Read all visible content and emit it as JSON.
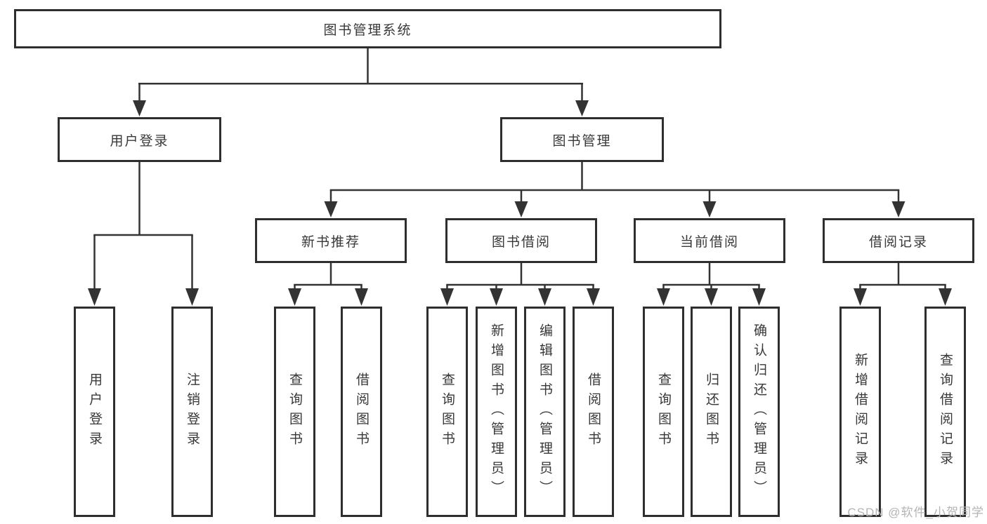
{
  "page": {
    "watermark": "CSDN @软件_小贺同学"
  },
  "colors": {
    "background": "#ffffff",
    "line": "#333333",
    "border": "#2e2e2e",
    "text": "#383838",
    "watermark": "#b4b4b4"
  },
  "tree": {
    "root": {
      "label": "图书管理系统"
    },
    "branches": [
      {
        "label": "用户登录",
        "children": [
          {
            "label": "用户登录"
          },
          {
            "label": "注销登录"
          }
        ]
      },
      {
        "label": "图书管理",
        "groups": [
          {
            "label": "新书推荐",
            "children": [
              {
                "label": "查询图书"
              },
              {
                "label": "借阅图书"
              }
            ]
          },
          {
            "label": "图书借阅",
            "children": [
              {
                "label": "查询图书"
              },
              {
                "label": "新增图书（管理员）"
              },
              {
                "label": "编辑图书（管理员）"
              },
              {
                "label": "借阅图书"
              }
            ]
          },
          {
            "label": "当前借阅",
            "children": [
              {
                "label": "查询图书"
              },
              {
                "label": "归还图书"
              },
              {
                "label": "确认归还（管理员）"
              }
            ]
          },
          {
            "label": "借阅记录",
            "children": [
              {
                "label": "新增借阅记录"
              },
              {
                "label": "查询借阅记录"
              }
            ]
          }
        ]
      }
    ]
  }
}
